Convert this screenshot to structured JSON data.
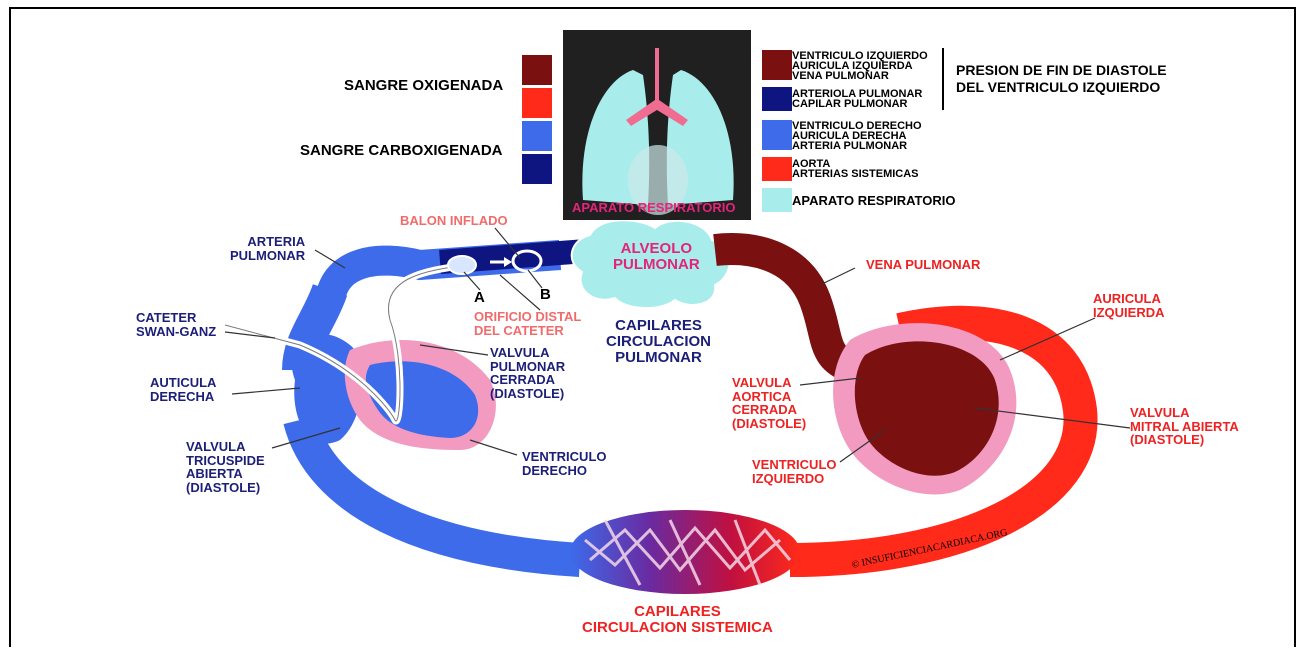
{
  "colors": {
    "oxy_dark": "#7a1010",
    "oxy_red": "#ff2a1a",
    "carb_blue": "#3d6bea",
    "carb_navy": "#0e1580",
    "resp_cyan": "#a8ecec",
    "pink": "#f29ac0",
    "navy_text": "#1c1f78",
    "red_text": "#ee2222",
    "magenta_text": "#e4247a"
  },
  "blood_key": {
    "oxygenated": "SANGRE OXIGENADA",
    "carboxygenated": "SANGRE CARBOXIGENADA"
  },
  "xray": {
    "caption": "APARATO RESPIRATORIO",
    "icon": "lungs-xray-image"
  },
  "legend": {
    "items": [
      {
        "color": "#7a1010",
        "lines": "VENTRICULO IZQUIERDO\nAURICULA IZQUIERDA\nVENA PULMONAR"
      },
      {
        "color": "#0e1580",
        "lines": "ARTERIOLA PULMONAR\nCAPILAR PULMONAR"
      },
      {
        "color": "#3d6bea",
        "lines": "VENTRICULO DERECHO\nAURICULA DERECHA\nARTERIA PULMONAR"
      },
      {
        "color": "#ff2a1a",
        "lines": "AORTA\nARTERIAS SISTEMICAS"
      },
      {
        "color": "#a8ecec",
        "lines": "APARATO RESPIRATORIO"
      }
    ],
    "bracket_label": "PRESION DE FIN DE DIASTOLE\nDEL VENTRICULO IZQUIERDO"
  },
  "labels": {
    "balon_inflado": "BALON INFLADO",
    "alveolo": "ALVEOLO\nPULMONAR",
    "arteria_pulmonar": "ARTERIA\nPULMONAR",
    "vena_pulmonar": "VENA PULMONAR",
    "point_a": "A",
    "point_b": "B",
    "orificio": "ORIFICIO DISTAL\nDEL CATETER",
    "capilares_pulmonar": "CAPILARES\nCIRCULACION\nPULMONAR",
    "cateter": "CATETER\nSWAN-GANZ",
    "auricula_izquierda": "AURICULA\nIZQUIERDA",
    "valvula_pulmonar": "VALVULA\nPULMONAR\nCERRADA\n(DIASTOLE)",
    "auticula_derecha": "AUTICULA\nDERECHA",
    "valvula_aortica": "VALVULA\nAORTICA\nCERRADA\n(DIASTOLE)",
    "valvula_mitral": "VALVULA\nMITRAL ABIERTA\n(DIASTOLE)",
    "valvula_tricuspide": "VALVULA\nTRICUSPIDE\nABIERTA\n(DIASTOLE)",
    "ventriculo_derecho": "VENTRICULO\nDERECHO",
    "ventriculo_izquierdo": "VENTRICULO\nIZQUIERDO",
    "watermark": "© INSUFICIENCIACARDIACA.ORG",
    "capilares_sistemica": "CAPILARES\nCIRCULACION SISTEMICA"
  }
}
